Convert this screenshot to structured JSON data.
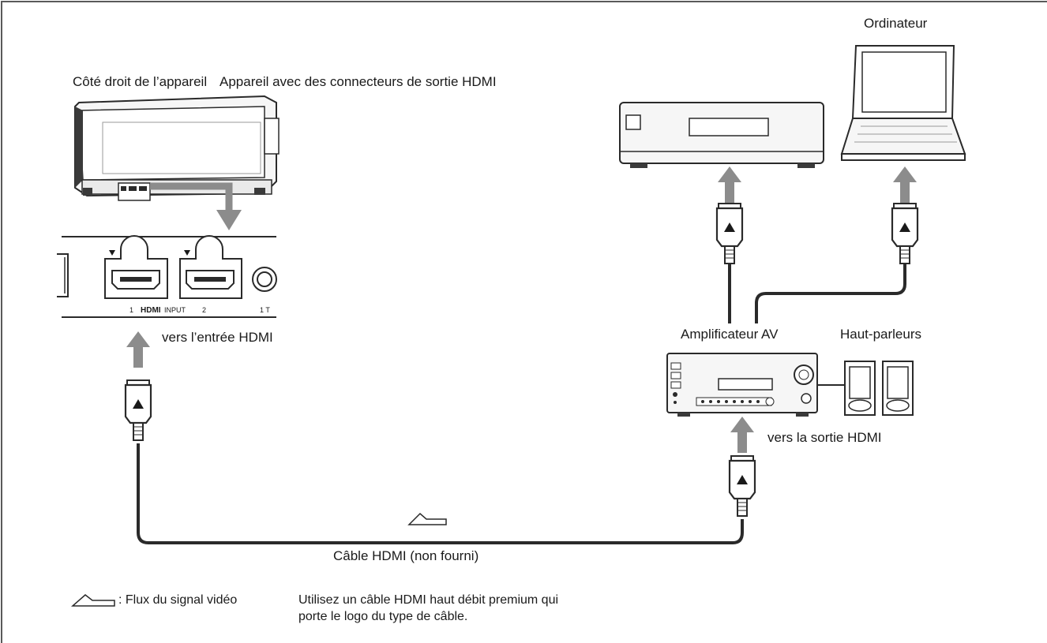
{
  "labels": {
    "projector_side": "Côté droit de l’appareil",
    "devices_heading": "Appareil avec des connecteurs de sortie HDMI",
    "computer": "Ordinateur",
    "to_hdmi_input": "vers l’entrée HDMI",
    "av_amplifier": "Amplificateur AV",
    "speakers": "Haut-parleurs",
    "to_hdmi_output": "vers la sortie HDMI",
    "hdmi_cable": "Câble HDMI (non fourni)"
  },
  "panel": {
    "input1": "1",
    "hdmi_logo": "HDMI",
    "input_label": "INPUT",
    "input2": "2",
    "trigger": "1 T"
  },
  "legend": {
    "flow_text": ": Flux du signal vidéo"
  },
  "note": {
    "line1": "Utilisez un câble HDMI haut débit premium qui",
    "line2": "porte le logo du type de câble."
  },
  "colors": {
    "frame": "#5a5a5a",
    "stroke": "#2a2a2a",
    "arrow_gray": "#8c8c8c",
    "device_fill": "#f4f4f4",
    "device_dark": "#3a3a3a"
  }
}
